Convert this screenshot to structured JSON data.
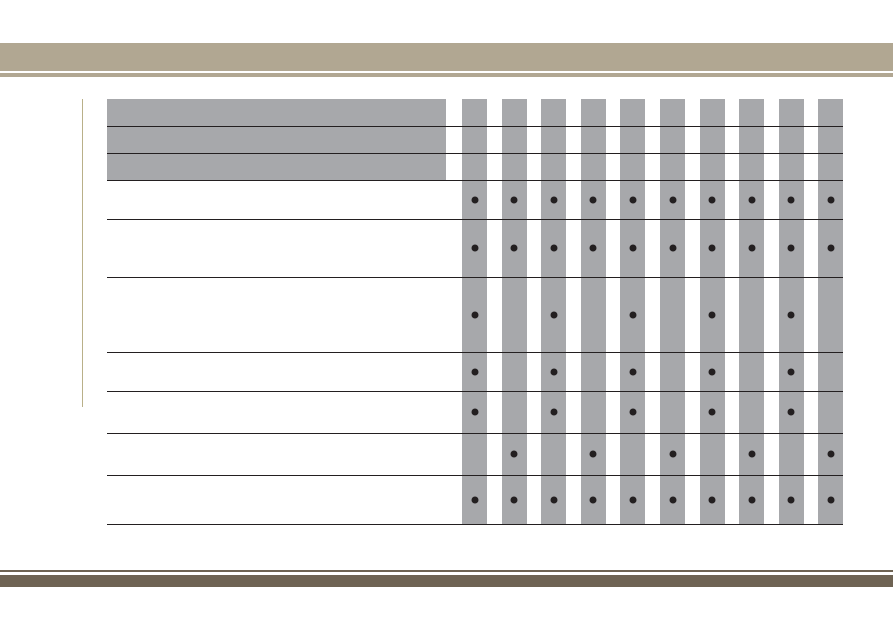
{
  "colors": {
    "header_band": "#b1a792",
    "header_line": "#b1a792",
    "footer_band": "#6e6353",
    "margin_rule": "#b9b089",
    "table_gray": "#a7a8ab",
    "rule_line": "#231f20"
  },
  "icons": {
    "bullet": "filled-dot-icon"
  },
  "table": {
    "column_count": 10,
    "rows": [
      {
        "marks": [
          1,
          1,
          1,
          1,
          1,
          1,
          1,
          1,
          1,
          1
        ]
      },
      {
        "marks": [
          1,
          1,
          1,
          1,
          1,
          1,
          1,
          1,
          1,
          1
        ]
      },
      {
        "marks": [
          1,
          0,
          1,
          0,
          1,
          0,
          1,
          0,
          1,
          0
        ]
      },
      {
        "marks": [
          1,
          0,
          1,
          0,
          1,
          0,
          1,
          0,
          1,
          0
        ]
      },
      {
        "marks": [
          1,
          0,
          1,
          0,
          1,
          0,
          1,
          0,
          1,
          0
        ]
      },
      {
        "marks": [
          0,
          1,
          0,
          1,
          0,
          1,
          0,
          1,
          0,
          1
        ]
      },
      {
        "marks": [
          1,
          1,
          1,
          1,
          1,
          1,
          1,
          1,
          1,
          1
        ]
      }
    ]
  }
}
